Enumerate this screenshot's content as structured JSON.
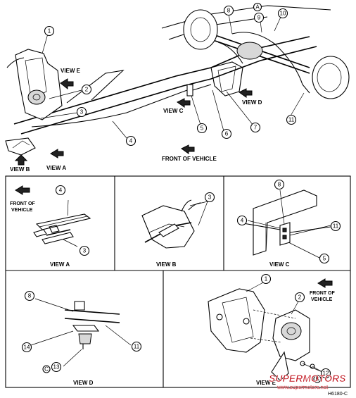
{
  "main_view": {
    "labels": {
      "view_e": "VIEW E",
      "view_c": "VIEW C",
      "view_d": "VIEW D",
      "view_b": "VIEW B",
      "view_a": "VIEW A",
      "front_of_vehicle": "FRONT OF VEHICLE"
    },
    "callouts": [
      "1",
      "2",
      "3",
      "4",
      "5",
      "6",
      "7",
      "8",
      "9",
      "10",
      "11"
    ],
    "letter_a": "A"
  },
  "panels": {
    "view_a": {
      "caption": "VIEW A",
      "front_line1": "FRONT OF",
      "front_line2": "VEHICLE",
      "callouts": [
        "4",
        "3"
      ]
    },
    "view_b": {
      "caption": "VIEW B",
      "callouts": [
        "3"
      ]
    },
    "view_c": {
      "caption": "VIEW C",
      "callouts": [
        "8",
        "4",
        "11",
        "5"
      ]
    },
    "view_d": {
      "caption": "VIEW D",
      "callouts": [
        "8",
        "14",
        "11",
        "13"
      ],
      "letter_c": "C"
    },
    "view_e": {
      "caption": "VIEW E",
      "front_line1": "FRONT OF",
      "front_line2": "VEHICLE",
      "callouts": [
        "1",
        "2",
        "12"
      ],
      "letter_b": "B"
    }
  },
  "watermark": {
    "brand": "SUPERMOTORS",
    "url": "www.supermotors.net"
  },
  "figure_id": "H6180-C"
}
